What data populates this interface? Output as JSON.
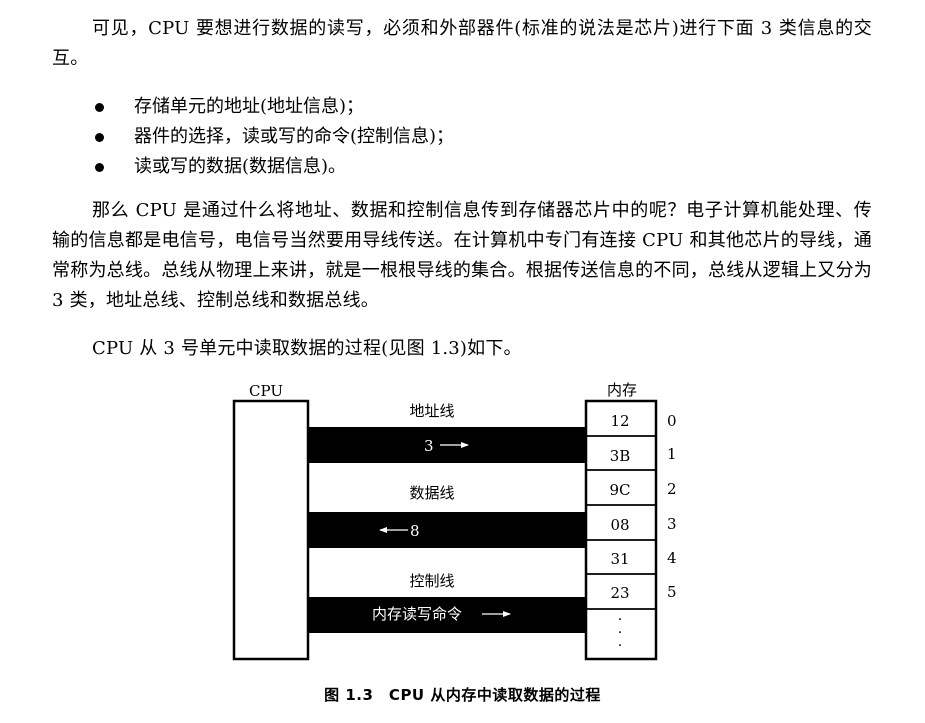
{
  "paragraphs": {
    "p1": "可见，CPU 要想进行数据的读写，必须和外部器件(标准的说法是芯片)进行下面 3 类信息的交互。",
    "p2": "那么 CPU 是通过什么将地址、数据和控制信息传到存储器芯片中的呢？电子计算机能处理、传输的信息都是电信号，电信号当然要用导线传送。在计算机中专门有连接 CPU 和其他芯片的导线，通常称为总线。总线从物理上来讲，就是一根根导线的集合。根据传送信息的不同，总线从逻辑上又分为 3 类，地址总线、控制总线和数据总线。",
    "p3": "CPU 从 3 号单元中读取数据的过程(见图 1.3)如下。"
  },
  "bullets": [
    "存储单元的地址(地址信息)；",
    "器件的选择，读或写的命令(控制信息)；",
    "读或写的数据(数据信息)。"
  ],
  "figure": {
    "cpu_label": "CPU",
    "memory_label": "内存",
    "buses": [
      {
        "name": "地址线",
        "value": "3",
        "direction": "right"
      },
      {
        "name": "数据线",
        "value": "8",
        "direction": "left"
      },
      {
        "name": "控制线",
        "value": "内存读写命令",
        "direction": "right"
      }
    ],
    "memory_cells": [
      "12",
      "3B",
      "9C",
      "08",
      "31",
      "23"
    ],
    "addresses": [
      "0",
      "1",
      "2",
      "3",
      "4",
      "5"
    ],
    "ellipsis": "·"
  },
  "caption": "图 1.3　CPU 从内存中读取数据的过程"
}
